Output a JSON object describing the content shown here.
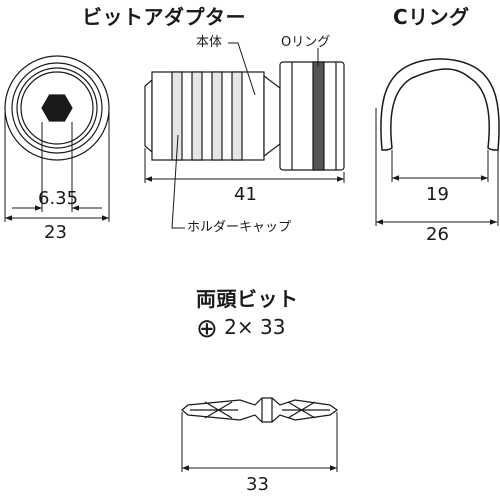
{
  "titles": {
    "bit_adapter": "ビットアダプター",
    "c_ring": "Cリング",
    "double_bit": "両頭ビット"
  },
  "callouts": {
    "body": "本体",
    "o_ring": "Oリング",
    "holder_cap": "ホルダーキャップ"
  },
  "dimensions": {
    "hex_width": "6.35",
    "adapter_diameter": "23",
    "adapter_length": "41",
    "c_ring_inner": "19",
    "c_ring_outer": "26",
    "bit_length": "33"
  },
  "bit_spec": {
    "symbol": "⊕",
    "size": "2× 33"
  },
  "colors": {
    "line": "#1a1a1a",
    "shade": "#e6e6e6",
    "ring": "#555555"
  }
}
